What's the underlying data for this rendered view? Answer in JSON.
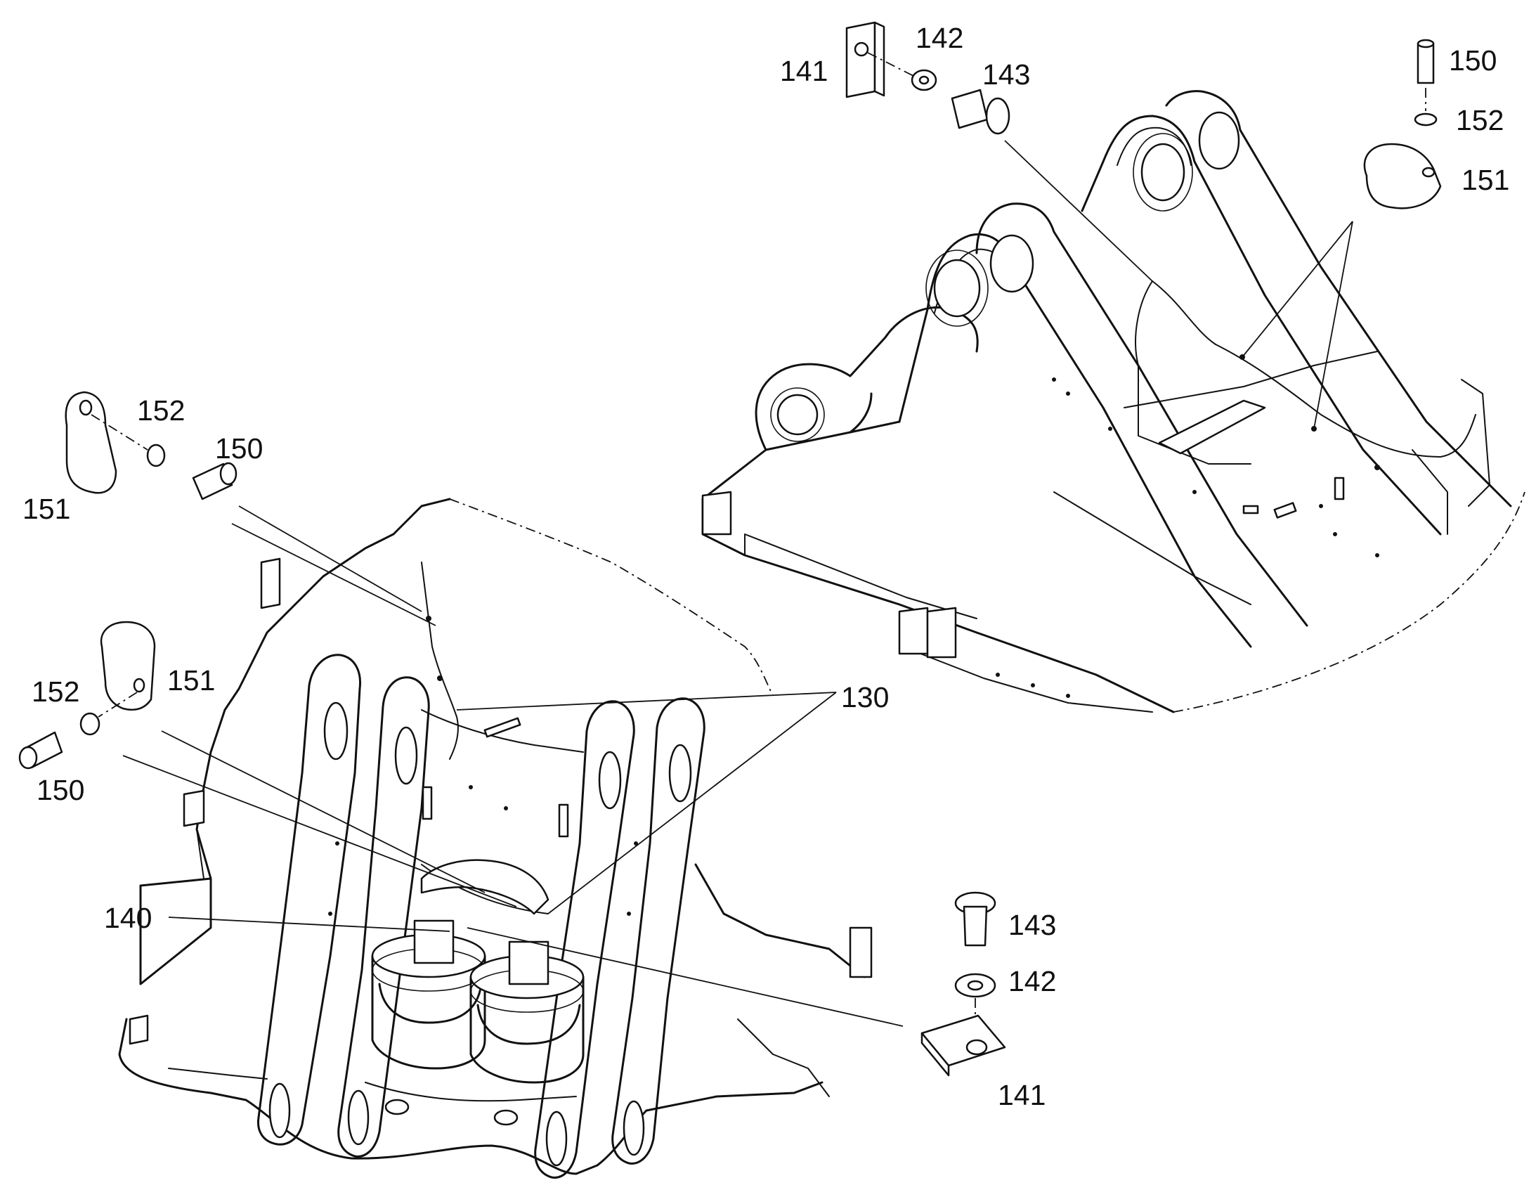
{
  "callouts": {
    "top_clip_141": "141",
    "top_washer_142": "142",
    "top_screw_143": "143",
    "top_right_screw_150": "150",
    "top_right_washer_152": "152",
    "top_right_clamp_151": "151",
    "left_upper_washer_152": "152",
    "left_upper_screw_150": "150",
    "left_upper_clamp_151": "151",
    "left_lower_clamp_151": "151",
    "left_lower_washer_152": "152",
    "left_lower_screw_150": "150",
    "harness_130": "130",
    "bracket_140": "140",
    "bottom_screw_143": "143",
    "bottom_washer_142": "142",
    "bottom_clip_141": "141"
  }
}
